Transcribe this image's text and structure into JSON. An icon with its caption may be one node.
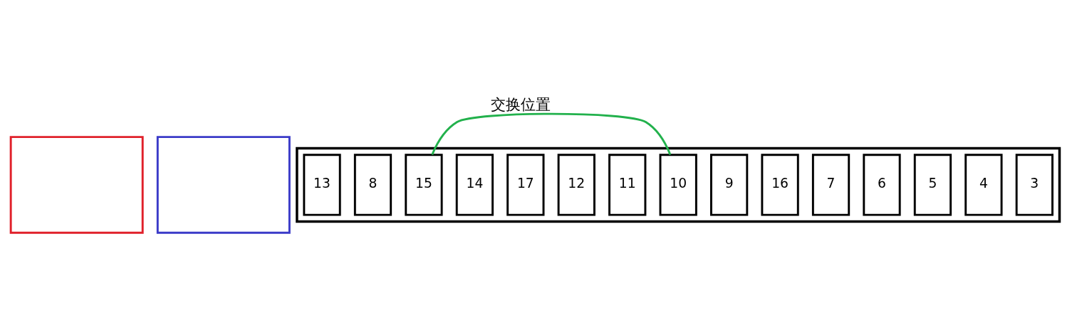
{
  "diagram": {
    "nodes": [
      {
        "text": [],
        "shape": "box"
      },
      {
        "text": [],
        "shape": "box"
      },
      {
        "text": [],
        "shape": "box"
      },
      {
        "text": [
          "3"
        ],
        "in": 2
      },
      {
        "text": [
          "4"
        ],
        "in": 2
      },
      {
        "text": [
          "5"
        ],
        "in": 2
      },
      {
        "text": [
          "6"
        ],
        "in": 2
      },
      {
        "text": [
          "7"
        ],
        "in": 2
      },
      {
        "text": [
          "16"
        ],
        "in": 2
      },
      {
        "text": [
          "9"
        ],
        "in": 2
      },
      {
        "text": [
          "10"
        ],
        "in": 2
      },
      {
        "text": [
          "11"
        ],
        "in": 2
      },
      {
        "text": [
          "12"
        ],
        "in": 2
      },
      {
        "text": [
          "17"
        ],
        "in": 2
      },
      {
        "text": [
          "14"
        ],
        "in": 2
      },
      {
        "text": [
          "15"
        ],
        "in": 2
      },
      {
        "text": [
          "8"
        ],
        "in": 2
      },
      {
        "text": [
          "13"
        ],
        "in": 2
      }
    ],
    "edges": [
      {
        "from": 10,
        "to": 15,
        "arrow": "none",
        "label": "交换位置",
        "color": "#22b14c"
      }
    ]
  }
}
